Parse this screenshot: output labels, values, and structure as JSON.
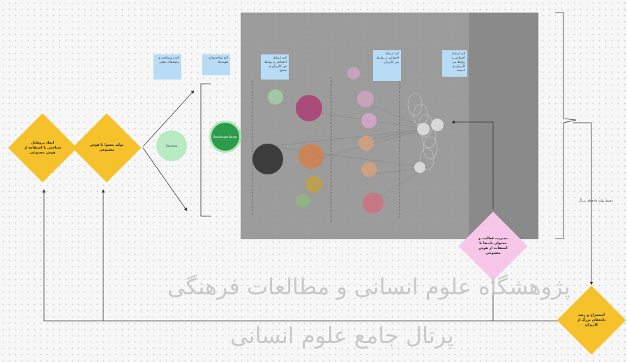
{
  "diamonds": {
    "create_profile": "ایجاد پروفایل شناختی با استفاده از هوش مصنوعی",
    "produce_content": "تولید محتوا با هوش مصنوعی",
    "manage_activity": "مدیریت فعالیت و محتوای بات‌ها با استفاده از هوش مصنوعی",
    "extract_data": "استخراج و رصد داده‌های بزرگ از کاربران"
  },
  "stickies": {
    "s1": "لایه زیرساخت و زمینه‌های عملی",
    "s2": "لایه ساخت‌ها و هویت‌ها",
    "s3": "لایه ارتباط اجتماعی و روابط بین کاربران و محتوا",
    "s4": "لایه ارتباط اجتماعی و روابط بین کاربران",
    "s5": "لایه ارتباط اجتماعی و روابط بین کاربران و اندیشه"
  },
  "nodes": {
    "src": "Sources",
    "hub": "Bookkeept Bases"
  },
  "side_label": "محیط تولید داده‌های بزرگ",
  "watermark": {
    "line1": "پژوهشگاه علوم انسانی و مطالعات فرهنگی",
    "line2": "پرتال جامع علوم انسانی"
  },
  "colors": {
    "diamond_yellow": "#f6c22c",
    "diamond_pink": "#f7c6e8",
    "sticky_blue": "#b9dcf6",
    "green_node": "#2c9b4a",
    "light_green": "#b8ebc3"
  }
}
